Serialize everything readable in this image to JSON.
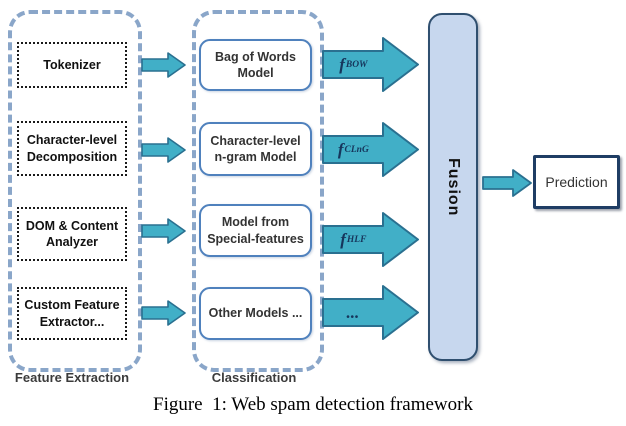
{
  "caption": "Figure  1: Web spam detection framework",
  "stages": {
    "feature_extraction": {
      "label": "Feature Extraction",
      "items": [
        "Tokenizer",
        "Character-level Decomposition",
        "DOM & Content Analyzer",
        "Custom Feature Extractor..."
      ]
    },
    "classification": {
      "label": "Classification",
      "items": [
        "Bag of Words Model",
        "Character-level n-gram Model",
        "Model from Special-features",
        "Other Models ..."
      ]
    }
  },
  "feature_arrows": [
    {
      "base": "f",
      "sub": "BOW"
    },
    {
      "base": "f",
      "sub": "CLnG"
    },
    {
      "base": "f",
      "sub": "HLF"
    },
    {
      "base": "...",
      "sub": ""
    }
  ],
  "fusion_label": "Fusion",
  "prediction_label": "Prediction",
  "colors": {
    "arrow_fill": "#41AFC7",
    "arrow_stroke": "#2A7090",
    "container_dash": "#8AA6C9",
    "model_box_border": "#4F81BD",
    "fusion_fill": "#C7D7EE",
    "fusion_border": "#2F4F6F",
    "prediction_border": "#1F3D64"
  }
}
